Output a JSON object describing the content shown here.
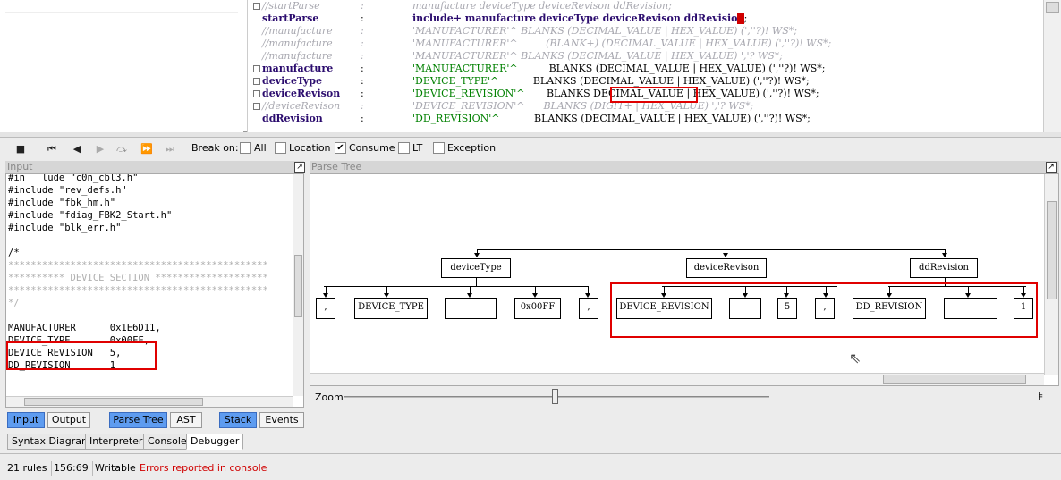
{
  "editor": {
    "lines": [
      {
        "rule": "//startParse",
        "colon": ":",
        "body": [
          {
            "t": "manufacture deviceType deviceRevison ddRevision;",
            "c": "cm"
          }
        ],
        "comment": true,
        "fold": true
      },
      {
        "rule": "startParse",
        "colon": ":",
        "body": [
          {
            "t": "include+ manufacture deviceType deviceRevison ddRevisio",
            "c": "kw"
          },
          {
            "t": "n",
            "c": "cursor"
          },
          {
            "t": ";",
            "c": "plain"
          }
        ],
        "comment": false,
        "fold": false
      },
      {
        "rule": "//manufacture",
        "colon": ":",
        "body": [
          {
            "t": "'MANUFACTURER'^ BLANKS (DECIMAL_VALUE | HEX_VALUE) (',''?)! WS*;",
            "c": "cm"
          }
        ],
        "comment": true,
        "fold": false
      },
      {
        "rule": "//manufacture",
        "colon": ":",
        "body": [
          {
            "t": "'MANUFACTURER'^         (BLANK+) (DECIMAL_VALUE | HEX_VALUE) (',''?)! WS*;",
            "c": "cm"
          }
        ],
        "comment": true,
        "fold": false
      },
      {
        "rule": "//manufacture",
        "colon": ":",
        "body": [
          {
            "t": "'MANUFACTURER'^ BLANKS (DECIMAL_VALUE | HEX_VALUE) ','? WS*;",
            "c": "cm"
          }
        ],
        "comment": true,
        "fold": false
      },
      {
        "rule": "manufacture",
        "colon": ":",
        "body": [
          {
            "t": "'MANUFACTURER'^",
            "c": "str"
          },
          {
            "t": "          BLANKS (DECIMAL_VALUE | HEX_VALUE) (',''?)! WS*;",
            "c": "plain"
          }
        ],
        "comment": false,
        "fold": true
      },
      {
        "rule": "deviceType",
        "colon": ":",
        "body": [
          {
            "t": "'DEVICE_TYPE'^",
            "c": "str"
          },
          {
            "t": "           BLANKS (DECIMAL_VALUE | HEX_VALUE) (',''?)! WS*;",
            "c": "plain"
          }
        ],
        "comment": false,
        "fold": true
      },
      {
        "rule": "deviceRevison",
        "colon": ":",
        "body": [
          {
            "t": "'DEVICE_REVISION'^",
            "c": "str"
          },
          {
            "t": "       BLANKS ",
            "c": "plain"
          },
          {
            "t": "DECIMAL_VALUE",
            "c": "plain"
          },
          {
            "t": " | HEX_VALUE) (',''?)! WS*;",
            "c": "plain"
          }
        ],
        "comment": false,
        "fold": true
      },
      {
        "rule": "//deviceRevison",
        "colon": ":",
        "body": [
          {
            "t": "'DEVICE_REVISION'^      BLANKS (DIGIT+ | HEX_VALUE) ','? WS*;",
            "c": "cm"
          }
        ],
        "comment": true,
        "fold": true
      },
      {
        "rule": "ddRevision",
        "colon": ":",
        "body": [
          {
            "t": "'DD_REVISION'^",
            "c": "str"
          },
          {
            "t": "           BLANKS (DECIMAL_VALUE | HEX_VALUE) (',''?)! WS*;",
            "c": "plain"
          }
        ],
        "comment": false,
        "fold": false
      }
    ]
  },
  "toolbar": {
    "break_on_label": "Break on:",
    "options": [
      {
        "label": "All",
        "checked": false
      },
      {
        "label": "Location",
        "checked": false
      },
      {
        "label": "Consume",
        "checked": true
      },
      {
        "label": "LT",
        "checked": false
      },
      {
        "label": "Exception",
        "checked": false
      }
    ]
  },
  "input_panel": {
    "title": "Input",
    "lines": [
      {
        "t": "#in   lude \"c0n_cbl3.h\"",
        "g": false
      },
      {
        "t": "#include \"rev_defs.h\"",
        "g": false
      },
      {
        "t": "#include \"fbk_hm.h\"",
        "g": false
      },
      {
        "t": "#include \"fdiag_FBK2_Start.h\"",
        "g": false
      },
      {
        "t": "#include \"blk_err.h\"",
        "g": false
      },
      {
        "t": "",
        "g": false
      },
      {
        "t": "/*",
        "g": false
      },
      {
        "t": "**********************************************",
        "g": true
      },
      {
        "t": "********** DEVICE SECTION ********************",
        "g": true
      },
      {
        "t": "**********************************************",
        "g": true
      },
      {
        "t": "*/",
        "g": true
      },
      {
        "t": "",
        "g": false
      },
      {
        "t": "MANUFACTURER      0x1E6D11,",
        "g": false
      },
      {
        "t": "DEVICE_TYPE       0x00FF,",
        "g": false
      },
      {
        "t": "DEVICE_REVISION   5,",
        "g": false
      },
      {
        "t": "DD_REVISION       1",
        "g": false
      }
    ]
  },
  "tree_panel": {
    "title": "Parse Tree",
    "level1": [
      "deviceType",
      "deviceRevison",
      "ddRevision"
    ],
    "leaves": {
      "left_partial": ",",
      "device_type": "DEVICE_TYPE",
      "device_type_blank": "",
      "device_type_value": "0x00FF",
      "device_type_comma": ",",
      "device_revision": "DEVICE_REVISION",
      "device_revision_blank": "",
      "device_revision_value": "5",
      "device_revision_comma": ",",
      "dd_revision": "DD_REVISION",
      "dd_revision_blank": "",
      "dd_revision_value": "1"
    },
    "zoom_label": "Zoom"
  },
  "view_tabs": {
    "input": "Input",
    "output": "Output",
    "parse_tree": "Parse Tree",
    "ast": "AST",
    "stack": "Stack",
    "events": "Events"
  },
  "bottom_tabs": [
    "Syntax Diagram",
    "Interpreter",
    "Console",
    "Debugger"
  ],
  "status": {
    "rules": "21 rules",
    "position": "156:69",
    "mode": "Writable",
    "errors": "Errors reported in console"
  },
  "colors": {
    "highlight": "#e00000",
    "active_tab": "#5e9cf0",
    "rule_name": "#2b0c6e",
    "string": "#008000"
  }
}
